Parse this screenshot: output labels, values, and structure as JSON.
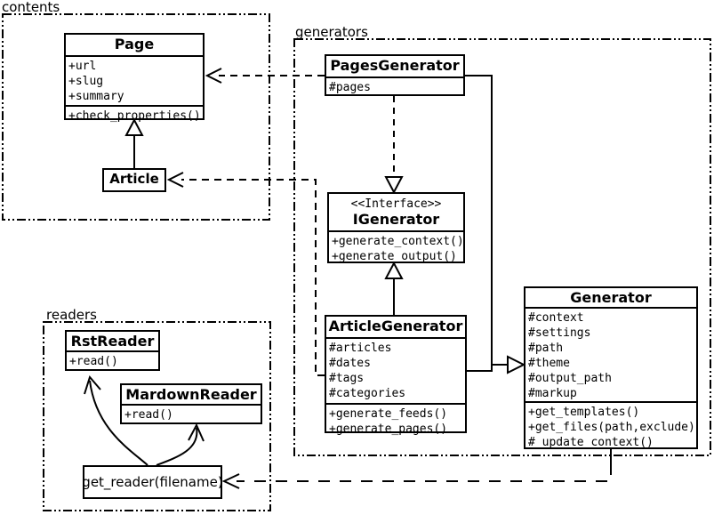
{
  "diagram_title": "Pelican UML class diagram",
  "colors": {
    "line": "#000000",
    "background": "#ffffff",
    "box_fill": "#ffffff",
    "text": "#000000"
  },
  "packages": {
    "contents": {
      "label": "contents"
    },
    "generators": {
      "label": "generators"
    },
    "readers": {
      "label": "readers"
    }
  },
  "classes": {
    "page": {
      "name": "Page",
      "attributes": [
        "+url",
        "+slug",
        "+summary"
      ],
      "methods": [
        "+check_properties()"
      ]
    },
    "article": {
      "name": "Article"
    },
    "pages_generator": {
      "name": "PagesGenerator",
      "attributes": [
        "#pages"
      ]
    },
    "igenerator": {
      "stereotype": "<<Interface>>",
      "name": "IGenerator",
      "methods": [
        "+generate_context()",
        "+generate_output()"
      ]
    },
    "article_generator": {
      "name": "ArticleGenerator",
      "attributes": [
        "#articles",
        "#dates",
        "#tags",
        "#categories"
      ],
      "methods": [
        "+generate_feeds()",
        "+generate_pages()"
      ]
    },
    "generator": {
      "name": "Generator",
      "attributes": [
        "#context",
        "#settings",
        "#path",
        "#theme",
        "#output_path",
        "#markup"
      ],
      "methods": [
        "+get_templates()",
        "+get_files(path,exclude)",
        "#_update_context()"
      ]
    },
    "rst_reader": {
      "name": "RstReader",
      "methods": [
        "+read()"
      ]
    },
    "markdown_reader": {
      "name": "MardownReader",
      "methods": [
        "+read()"
      ]
    },
    "get_reader": {
      "name": "get_reader(filename)"
    }
  },
  "relationships": [
    {
      "type": "generalization",
      "from": "Article",
      "to": "Page",
      "line": "solid"
    },
    {
      "type": "dependency",
      "from": "PagesGenerator",
      "to": "Page",
      "line": "dashed"
    },
    {
      "type": "dependency",
      "from": "ArticleGenerator",
      "to": "Article",
      "line": "dashed"
    },
    {
      "type": "realization",
      "from": "PagesGenerator",
      "to": "IGenerator",
      "line": "dashed"
    },
    {
      "type": "realization",
      "from": "ArticleGenerator",
      "to": "IGenerator",
      "line": "solid"
    },
    {
      "type": "generalization",
      "from": "PagesGenerator",
      "to": "Generator",
      "line": "solid"
    },
    {
      "type": "generalization",
      "from": "ArticleGenerator",
      "to": "Generator",
      "line": "solid"
    },
    {
      "type": "dependency",
      "from": "Generator",
      "to": "get_reader(filename)",
      "line": "dashed"
    },
    {
      "type": "arrow",
      "from": "get_reader(filename)",
      "to": "RstReader",
      "line": "solid-curve"
    },
    {
      "type": "arrow",
      "from": "get_reader(filename)",
      "to": "MardownReader",
      "line": "solid-curve"
    }
  ]
}
